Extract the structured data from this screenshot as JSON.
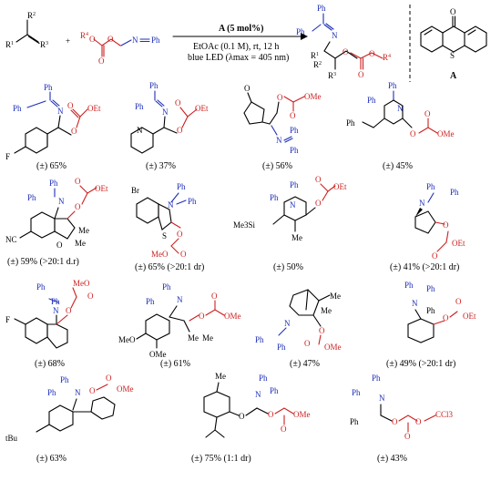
{
  "scheme": {
    "reagent_plus": "+",
    "catalyst_label": "A (5 mol%)",
    "conditions_line1": "EtOAc (0.1 M), rt, 12 h",
    "conditions_line2": "blue LED (λmax = 405 nm)",
    "catalyst_name": "A",
    "labels": {
      "R1": "R1",
      "R2": "R2",
      "R3": "R3",
      "R4": "R4",
      "Ph": "Ph",
      "N": "N",
      "O": "O"
    }
  },
  "yields": [
    {
      "id": "p1",
      "text": "(±) 65%"
    },
    {
      "id": "p2",
      "text": "(±) 37%"
    },
    {
      "id": "p3",
      "text": "(±) 56%"
    },
    {
      "id": "p4",
      "text": "(±) 45%"
    },
    {
      "id": "p5",
      "text": "(±) 59% (>20:1 d.r)"
    },
    {
      "id": "p6",
      "text": "(±) 65% (>20:1 dr)"
    },
    {
      "id": "p7",
      "text": "(±) 50%"
    },
    {
      "id": "p8",
      "text": "(±) 41% (>20:1 dr)"
    },
    {
      "id": "p9",
      "text": "(±) 68%"
    },
    {
      "id": "p10",
      "text": "(±) 61%"
    },
    {
      "id": "p11",
      "text": "(±) 47%"
    },
    {
      "id": "p12",
      "text": "(±) 49% (>20:1 dr)"
    },
    {
      "id": "p13",
      "text": "(±) 63%"
    },
    {
      "id": "p14",
      "text": "(±) 75% (1:1 dr)"
    },
    {
      "id": "p15",
      "text": "(±) 43%"
    }
  ],
  "atoms": {
    "F": "F",
    "OEt": "OEt",
    "OMe": "OMe",
    "NC": "NC",
    "Me": "Me",
    "Br": "Br",
    "S": "S",
    "MeO": "MeO",
    "Me3Si": "Me3Si",
    "tBu": "tBu",
    "CCl3": "CCl3",
    "N": "N",
    "O": "O",
    "Ph": "Ph"
  }
}
